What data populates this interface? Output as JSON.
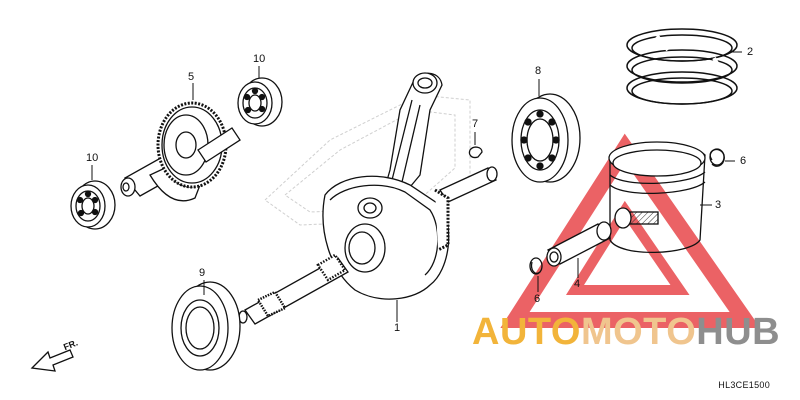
{
  "callouts": {
    "c1": "1",
    "c2": "2",
    "c3": "3",
    "c4": "4",
    "c5": "5",
    "c6a": "6",
    "c6b": "6",
    "c7": "7",
    "c8": "8",
    "c9": "9",
    "c10a": "10",
    "c10b": "10"
  },
  "direction_label": "FR.",
  "diagram_code": "HL3CE1500",
  "watermark": {
    "part1": "AUTO",
    "part2": "MOTO",
    "part3": "HUB",
    "colors": {
      "triangle": "#e8474a",
      "auto": "#f2b43a",
      "moto": "#f0c58e",
      "hub": "#8e8e8e"
    }
  }
}
